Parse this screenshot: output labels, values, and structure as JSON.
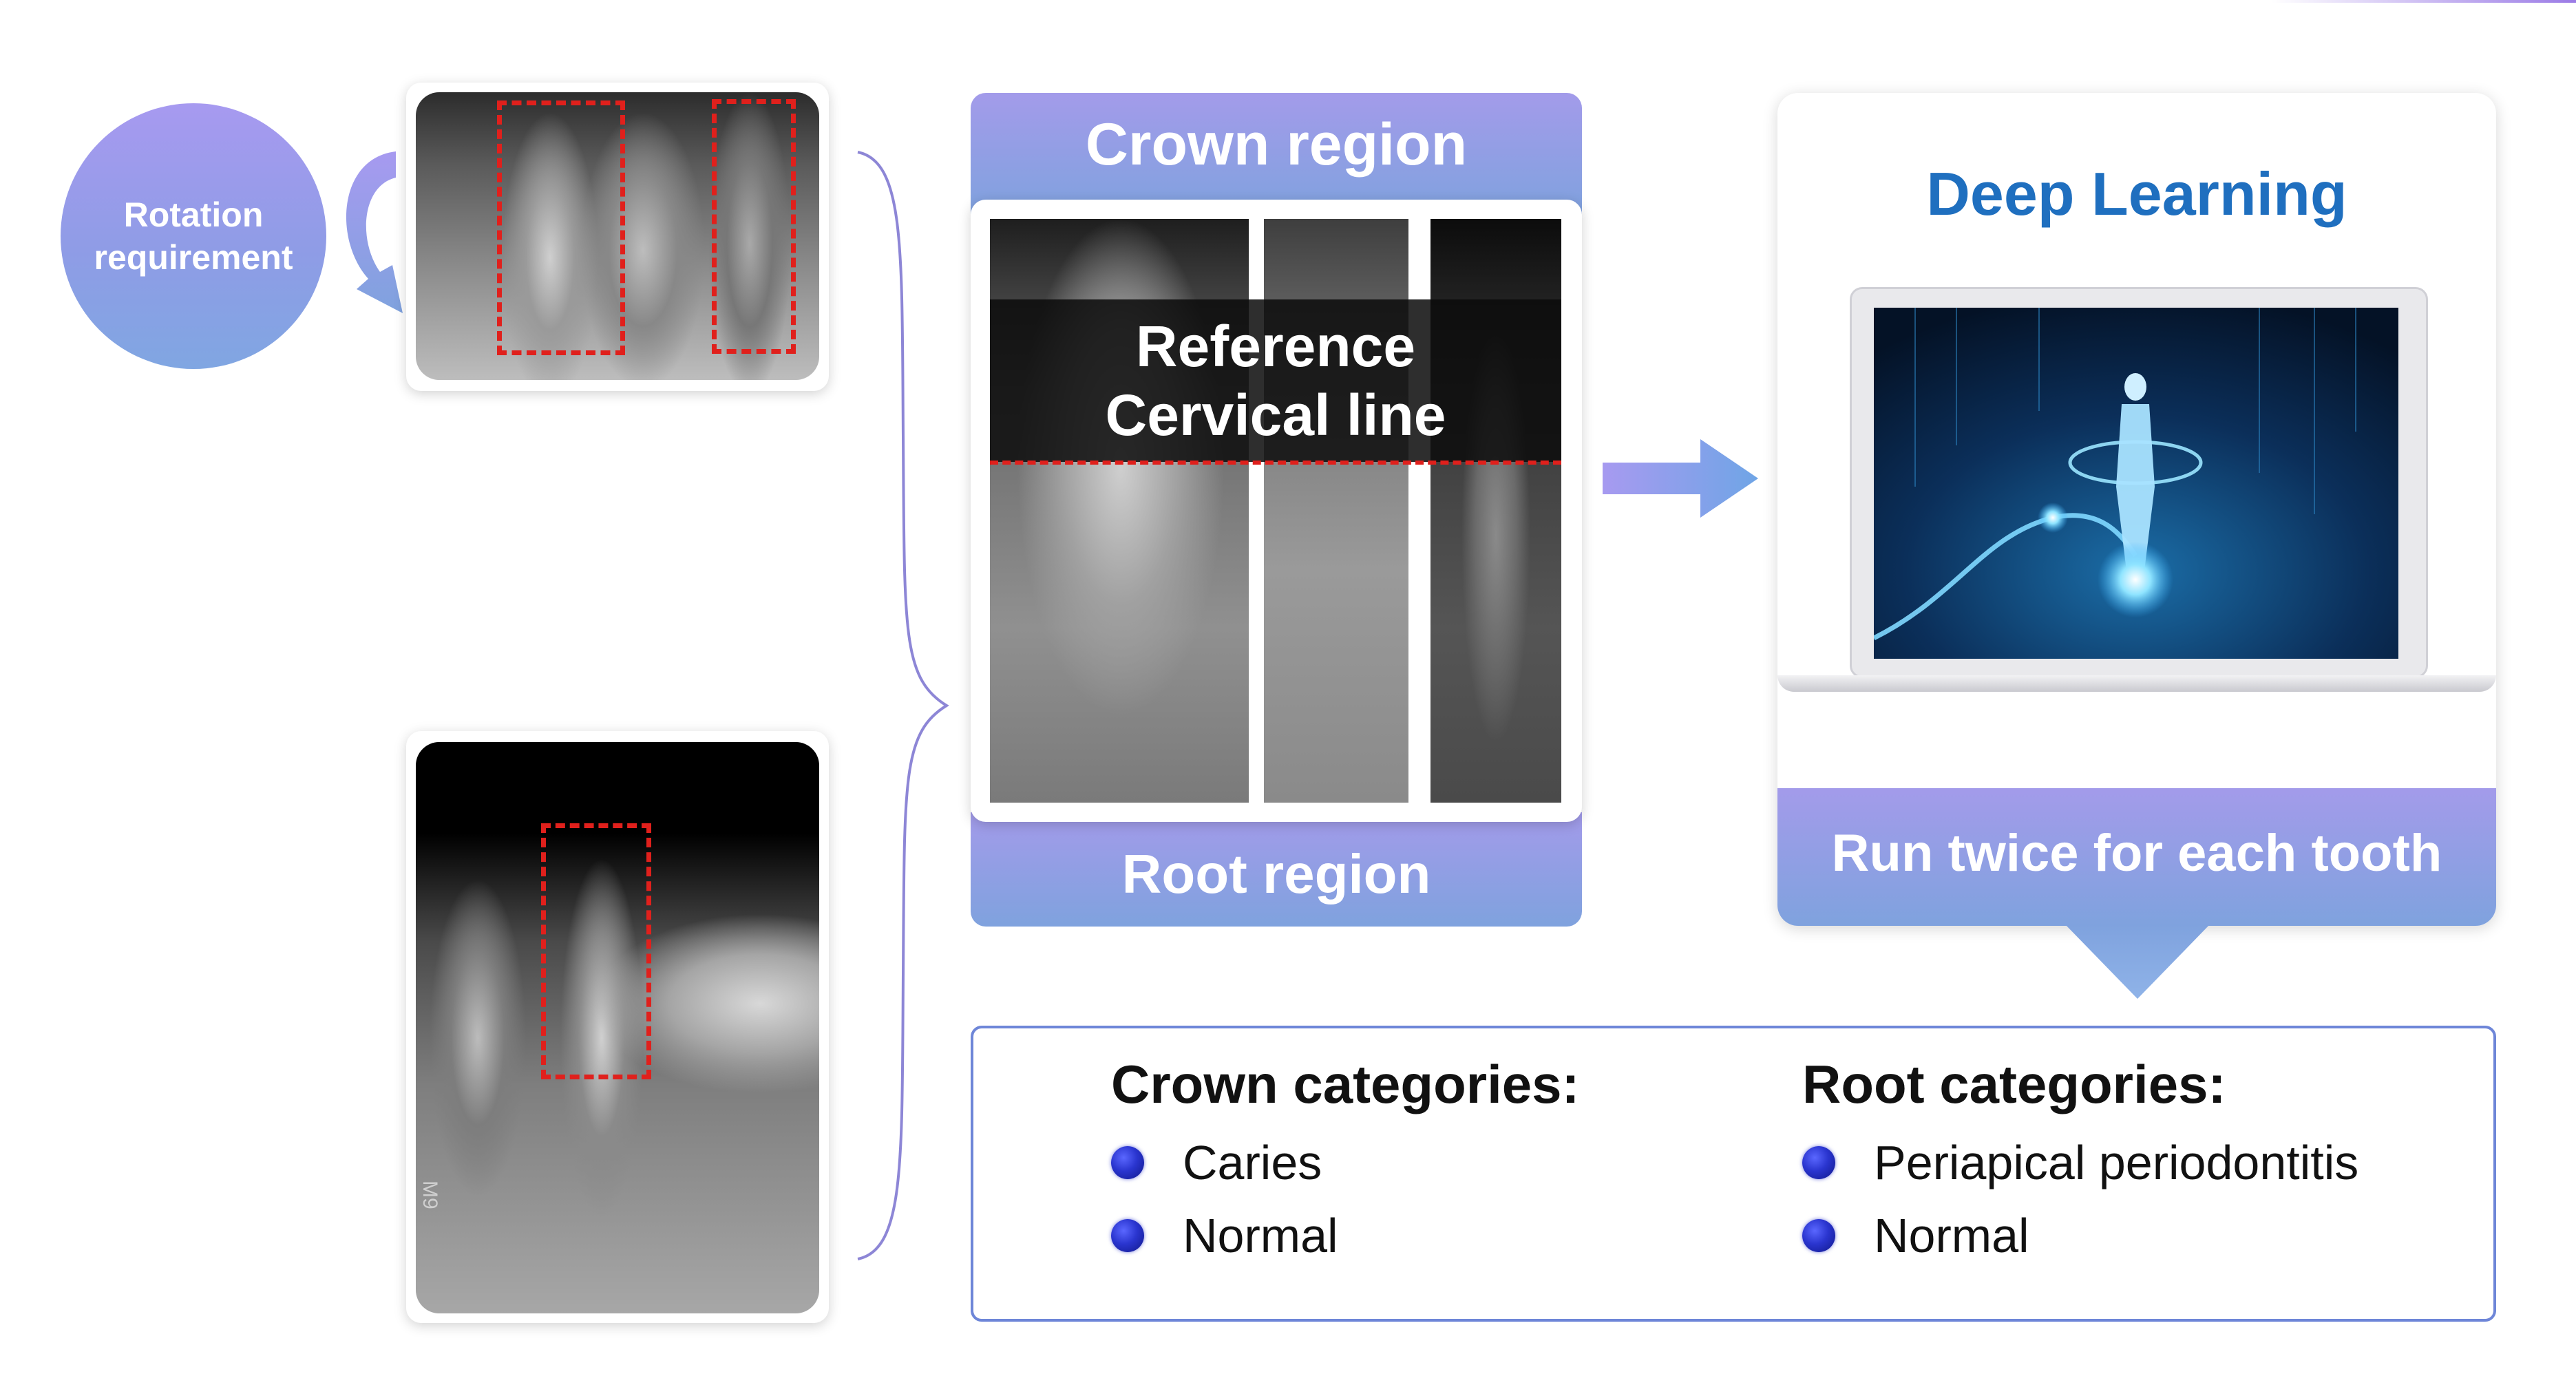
{
  "rotation": {
    "line1": "Rotation",
    "line2": "requirement"
  },
  "panel": {
    "crown_label": "Crown region",
    "root_label": "Root region",
    "reference_line1": "Reference",
    "reference_line2": "Cervical line"
  },
  "deep_learning": {
    "title": "Deep Learning",
    "run_label": "Run twice for each tooth"
  },
  "categories": {
    "crown": {
      "title": "Crown categories:",
      "items": [
        "Caries",
        "Normal"
      ]
    },
    "root": {
      "title": "Root categories:",
      "items": [
        "Periapical periodontitis",
        "Normal"
      ]
    }
  },
  "film_marker": "M9",
  "colors": {
    "accent_purple": "#a39bea",
    "accent_blue": "#7fa2de",
    "title_blue": "#1f6fbf",
    "dashed_red": "#e0201c",
    "bullet_blue": "#2a35cf"
  },
  "icons": {
    "rotation": "curved-arrow-icon",
    "flow": "right-arrow-icon",
    "callout": "down-pointer-icon",
    "bullets": "blue-dot-icon"
  }
}
